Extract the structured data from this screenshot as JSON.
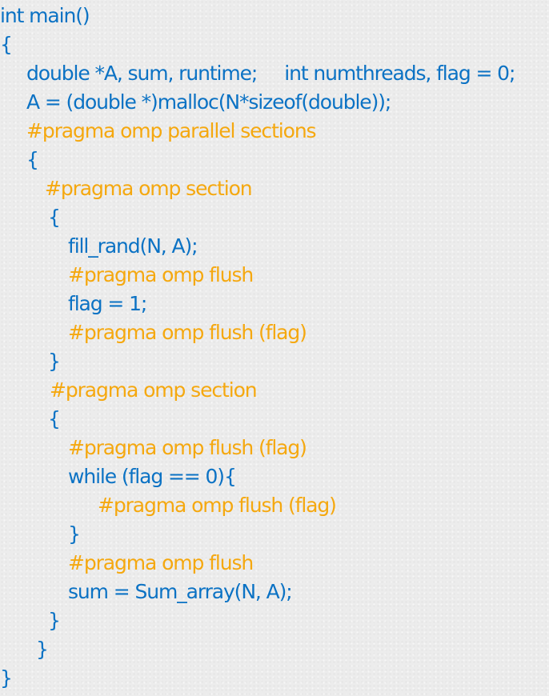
{
  "code": {
    "colors": {
      "code": "#0b72c4",
      "pragma": "#f5a80f"
    },
    "lines": [
      "int main()",
      "{",
      "double *A, sum, runtime;",
      "int numthreads, flag = 0;",
      "A = (double *)malloc(N*sizeof(double));",
      "#pragma omp parallel sections",
      "{",
      "#pragma omp section",
      "{",
      "fill_rand(N, A);",
      "#pragma omp flush",
      "flag = 1;",
      "#pragma omp flush (flag)",
      "}",
      "#pragma omp section",
      "{",
      "#pragma omp flush (flag)",
      "while (flag == 0){",
      "#pragma omp flush (flag)",
      "}",
      "#pragma omp flush",
      "sum = Sum_array(N, A);",
      "}",
      "}",
      "}"
    ]
  }
}
